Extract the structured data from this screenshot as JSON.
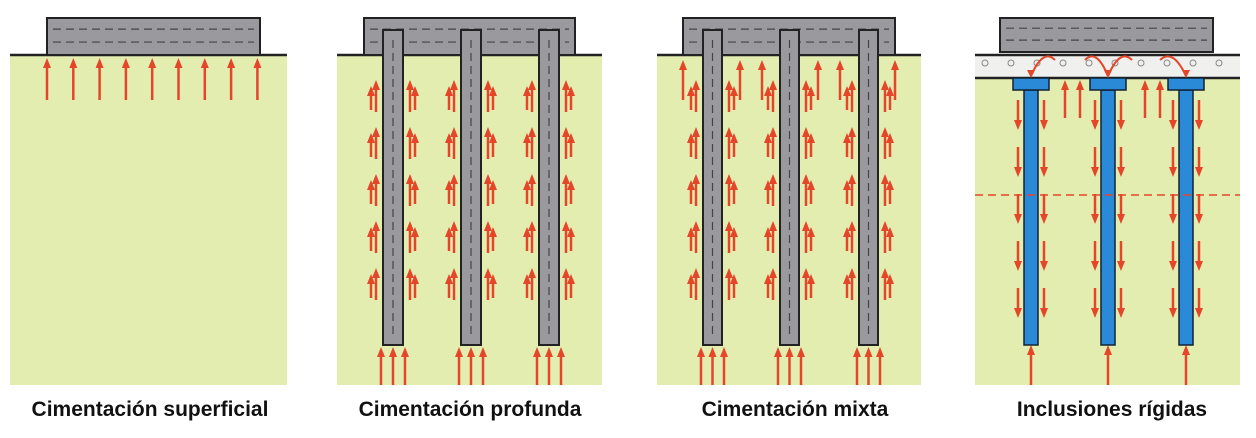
{
  "panels": [
    {
      "label": "Cimentación superficial",
      "type": "superficial"
    },
    {
      "label": "Cimentación profunda",
      "type": "profunda"
    },
    {
      "label": "Cimentación mixta",
      "type": "mixta"
    },
    {
      "label": "Inclusiones rígidas",
      "type": "inclusiones"
    }
  ],
  "colors": {
    "soil": "#e4edb0",
    "concrete": "#9a9a9e",
    "arrow": "#e5462a",
    "inclusion": "#2a8ad8",
    "gravel": "#f0f0ee"
  }
}
